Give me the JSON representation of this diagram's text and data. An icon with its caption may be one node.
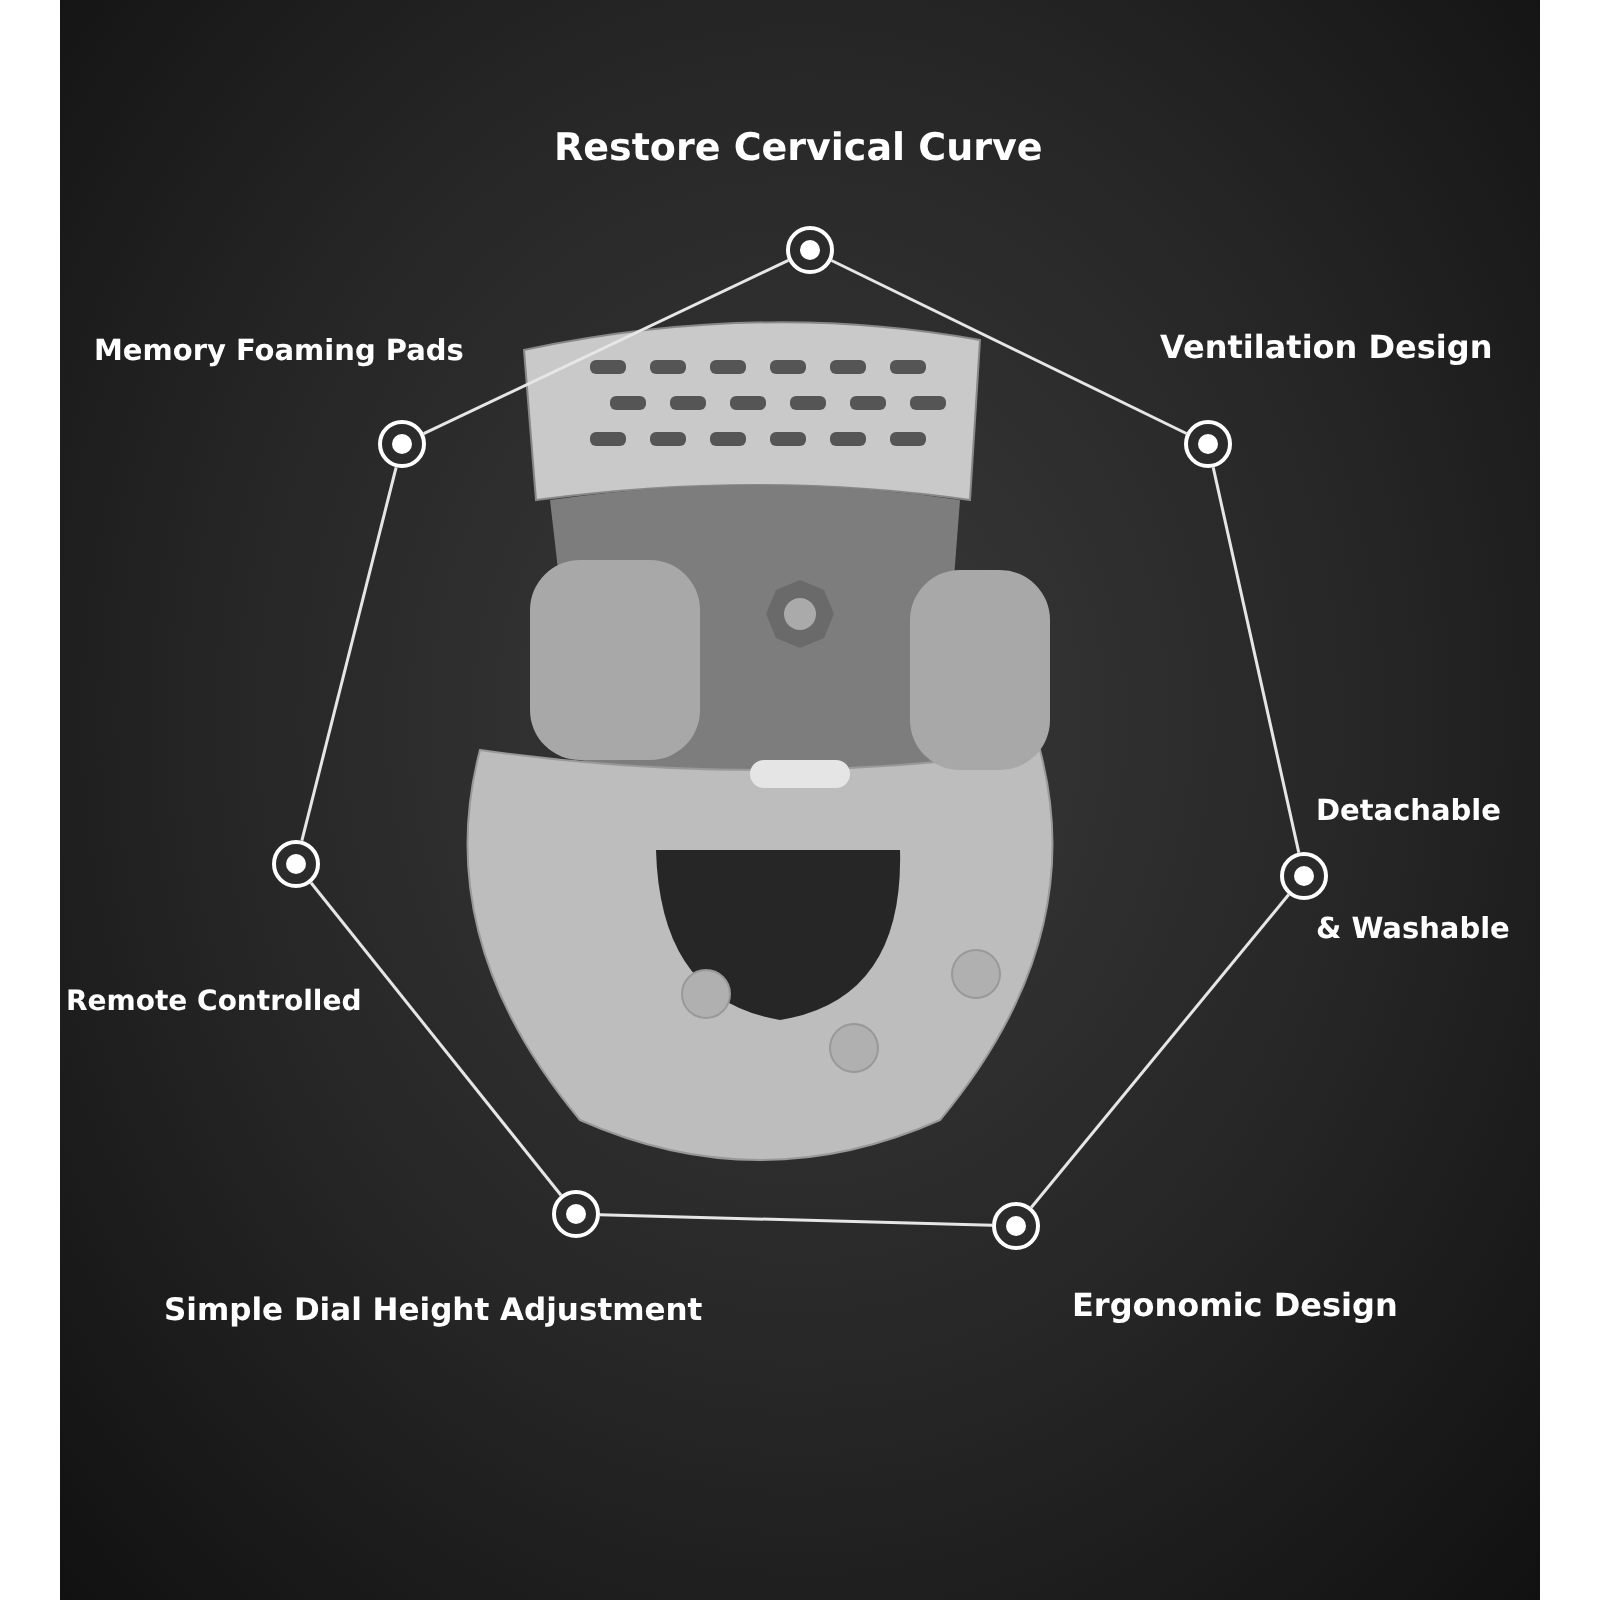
{
  "diagram": {
    "nodes": [
      {
        "text": [],
        "shape": "circle",
        "beside": [
          "Restore Cervical Curve"
        ]
      },
      {
        "text": [],
        "shape": "circle",
        "beside": [
          "Memory Foaming Pads"
        ]
      },
      {
        "text": [],
        "shape": "circle",
        "beside": [
          "Ventilation Design"
        ]
      },
      {
        "text": [],
        "shape": "circle",
        "beside": [
          "Remote Controlled"
        ]
      },
      {
        "text": [],
        "shape": "circle",
        "beside": [
          "Detachable",
          "& Washable"
        ]
      },
      {
        "text": [],
        "shape": "circle",
        "beside": [
          "Simple Dial Height Adjustment"
        ]
      },
      {
        "text": [],
        "shape": "circle",
        "beside": [
          "Ergonomic Design"
        ]
      }
    ],
    "edges": [
      {
        "from": 0,
        "to": 1,
        "arrow": "none"
      },
      {
        "from": 0,
        "to": 2,
        "arrow": "none"
      },
      {
        "from": 1,
        "to": 3,
        "arrow": "none"
      },
      {
        "from": 2,
        "to": 4,
        "arrow": "none"
      },
      {
        "from": 3,
        "to": 5,
        "arrow": "none"
      },
      {
        "from": 4,
        "to": 6,
        "arrow": "none"
      },
      {
        "from": 5,
        "to": 6,
        "arrow": "none"
      }
    ]
  }
}
